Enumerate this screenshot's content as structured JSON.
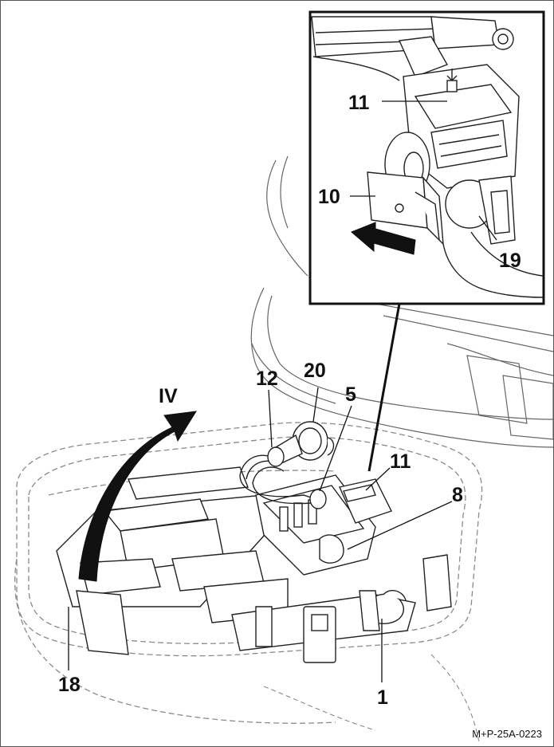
{
  "callouts": [
    {
      "id": "11a",
      "text": "11"
    },
    {
      "id": "10",
      "text": "10"
    },
    {
      "id": "19",
      "text": "19"
    },
    {
      "id": "IV",
      "text": "IV"
    },
    {
      "id": "12",
      "text": "12"
    },
    {
      "id": "20",
      "text": "20"
    },
    {
      "id": "5",
      "text": "5"
    },
    {
      "id": "11b",
      "text": "11"
    },
    {
      "id": "8",
      "text": "8"
    },
    {
      "id": "18",
      "text": "18"
    },
    {
      "id": "1",
      "text": "1"
    }
  ],
  "figure_code": "M+P-25A-0223",
  "colors": {
    "line": "#222222",
    "dashed": "#888888",
    "arrow": "#111111",
    "fill": "#ffffff"
  }
}
